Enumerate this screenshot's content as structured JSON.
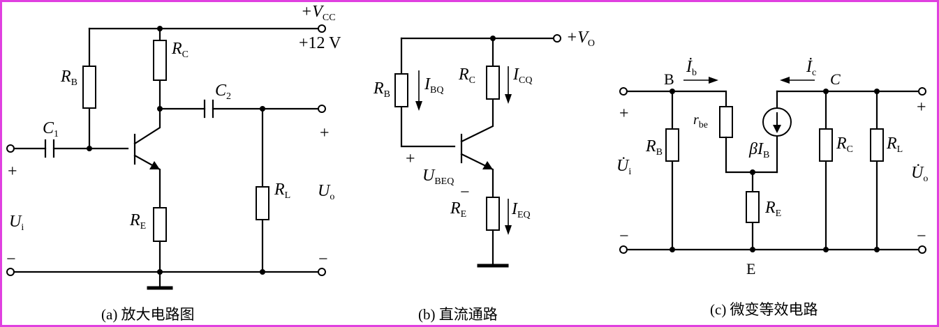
{
  "captions": {
    "a": "(a) 放大电路图",
    "b": "(b) 直流通路",
    "c": "(c) 微变等效电路"
  },
  "circuit_a": {
    "vcc": "+V",
    "vcc_sub": "CC",
    "supply": "+12 V",
    "rb": "R",
    "rb_sub": "B",
    "rc": "R",
    "rc_sub": "C",
    "c1": "C",
    "c1_sub": "1",
    "c2": "C",
    "c2_sub": "2",
    "re": "R",
    "re_sub": "E",
    "rl": "R",
    "rl_sub": "L",
    "ui": "U",
    "ui_sub": "i",
    "uo": "U",
    "uo_sub": "o",
    "plus": "+",
    "minus": "−"
  },
  "circuit_b": {
    "vo": "+V",
    "vo_sub": "O",
    "rb": "R",
    "rb_sub": "B",
    "ibq": "I",
    "ibq_sub": "BQ",
    "rc": "R",
    "rc_sub": "C",
    "icq": "I",
    "icq_sub": "CQ",
    "ubeq": "U",
    "ubeq_sub": "BEQ",
    "re": "R",
    "re_sub": "E",
    "ieq": "I",
    "ieq_sub": "EQ",
    "plus": "+",
    "minus": "−"
  },
  "circuit_c": {
    "node_b": "B",
    "node_c": "C",
    "node_e": "E",
    "ib": "İ",
    "ib_sub": "b",
    "ic": "İ",
    "ic_sub": "c",
    "rbe": "r",
    "rbe_sub": "be",
    "beta_ib": "βI",
    "beta_ib_sub": "B",
    "rb": "R",
    "rb_sub": "B",
    "rc": "R",
    "rc_sub": "C",
    "rl": "R",
    "rl_sub": "L",
    "re": "R",
    "re_sub": "E",
    "ui": "U̇",
    "ui_sub": "i",
    "uo": "U̇",
    "uo_sub": "o",
    "plus": "+",
    "minus": "−"
  }
}
